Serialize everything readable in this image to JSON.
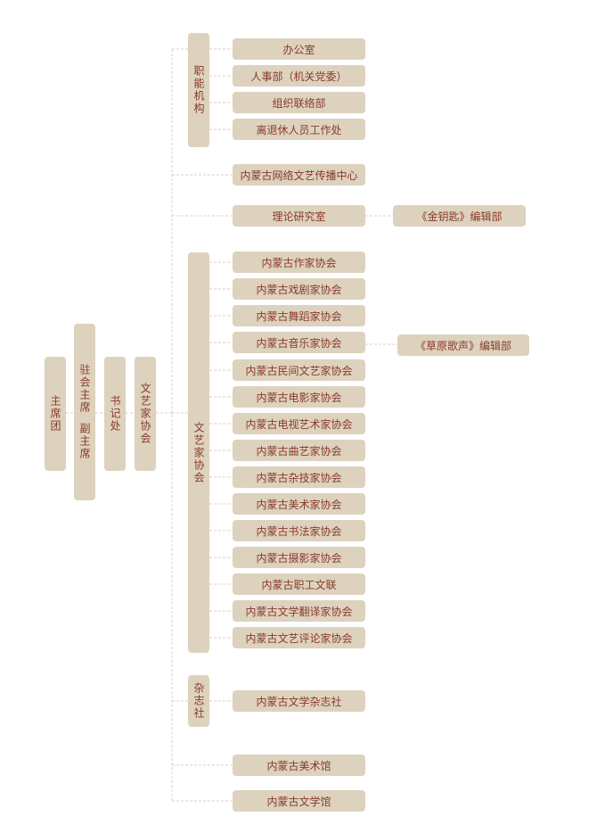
{
  "root": {
    "presidium": "主席团",
    "resident_chair": "驻会主席",
    "vice_chair": "副主席",
    "secretariat": "书记处",
    "federation": "文艺家协会"
  },
  "functional": {
    "group_label": "职能机构",
    "items": [
      "办公室",
      "人事部（机关党委）",
      "组织联络部",
      "离退休人员工作处"
    ]
  },
  "network_center": "内蒙古网络文艺传播中心",
  "theory": {
    "label": "理论研究室",
    "child": "《金钥匙》编辑部"
  },
  "associations": {
    "group_label": "文艺家协会",
    "items": [
      "内蒙古作家协会",
      "内蒙古戏剧家协会",
      "内蒙古舞蹈家协会",
      "内蒙古音乐家协会",
      "内蒙古民间文艺家协会",
      "内蒙古电影家协会",
      "内蒙古电视艺术家协会",
      "内蒙古曲艺家协会",
      "内蒙古杂技家协会",
      "内蒙古美术家协会",
      "内蒙古书法家协会",
      "内蒙古摄影家协会",
      "内蒙古职工文联",
      "内蒙古文学翻译家协会",
      "内蒙古文艺评论家协会"
    ],
    "music_child": "《草原歌声》编辑部"
  },
  "magazine": {
    "group_label": "杂志社",
    "item": "内蒙古文学杂志社"
  },
  "art_museum": "内蒙古美术馆",
  "literature_museum": "内蒙古文学馆",
  "colors": {
    "box_fill": "#ddd2bd",
    "text": "#8a3a2c",
    "connector": "#d9d2c6"
  }
}
